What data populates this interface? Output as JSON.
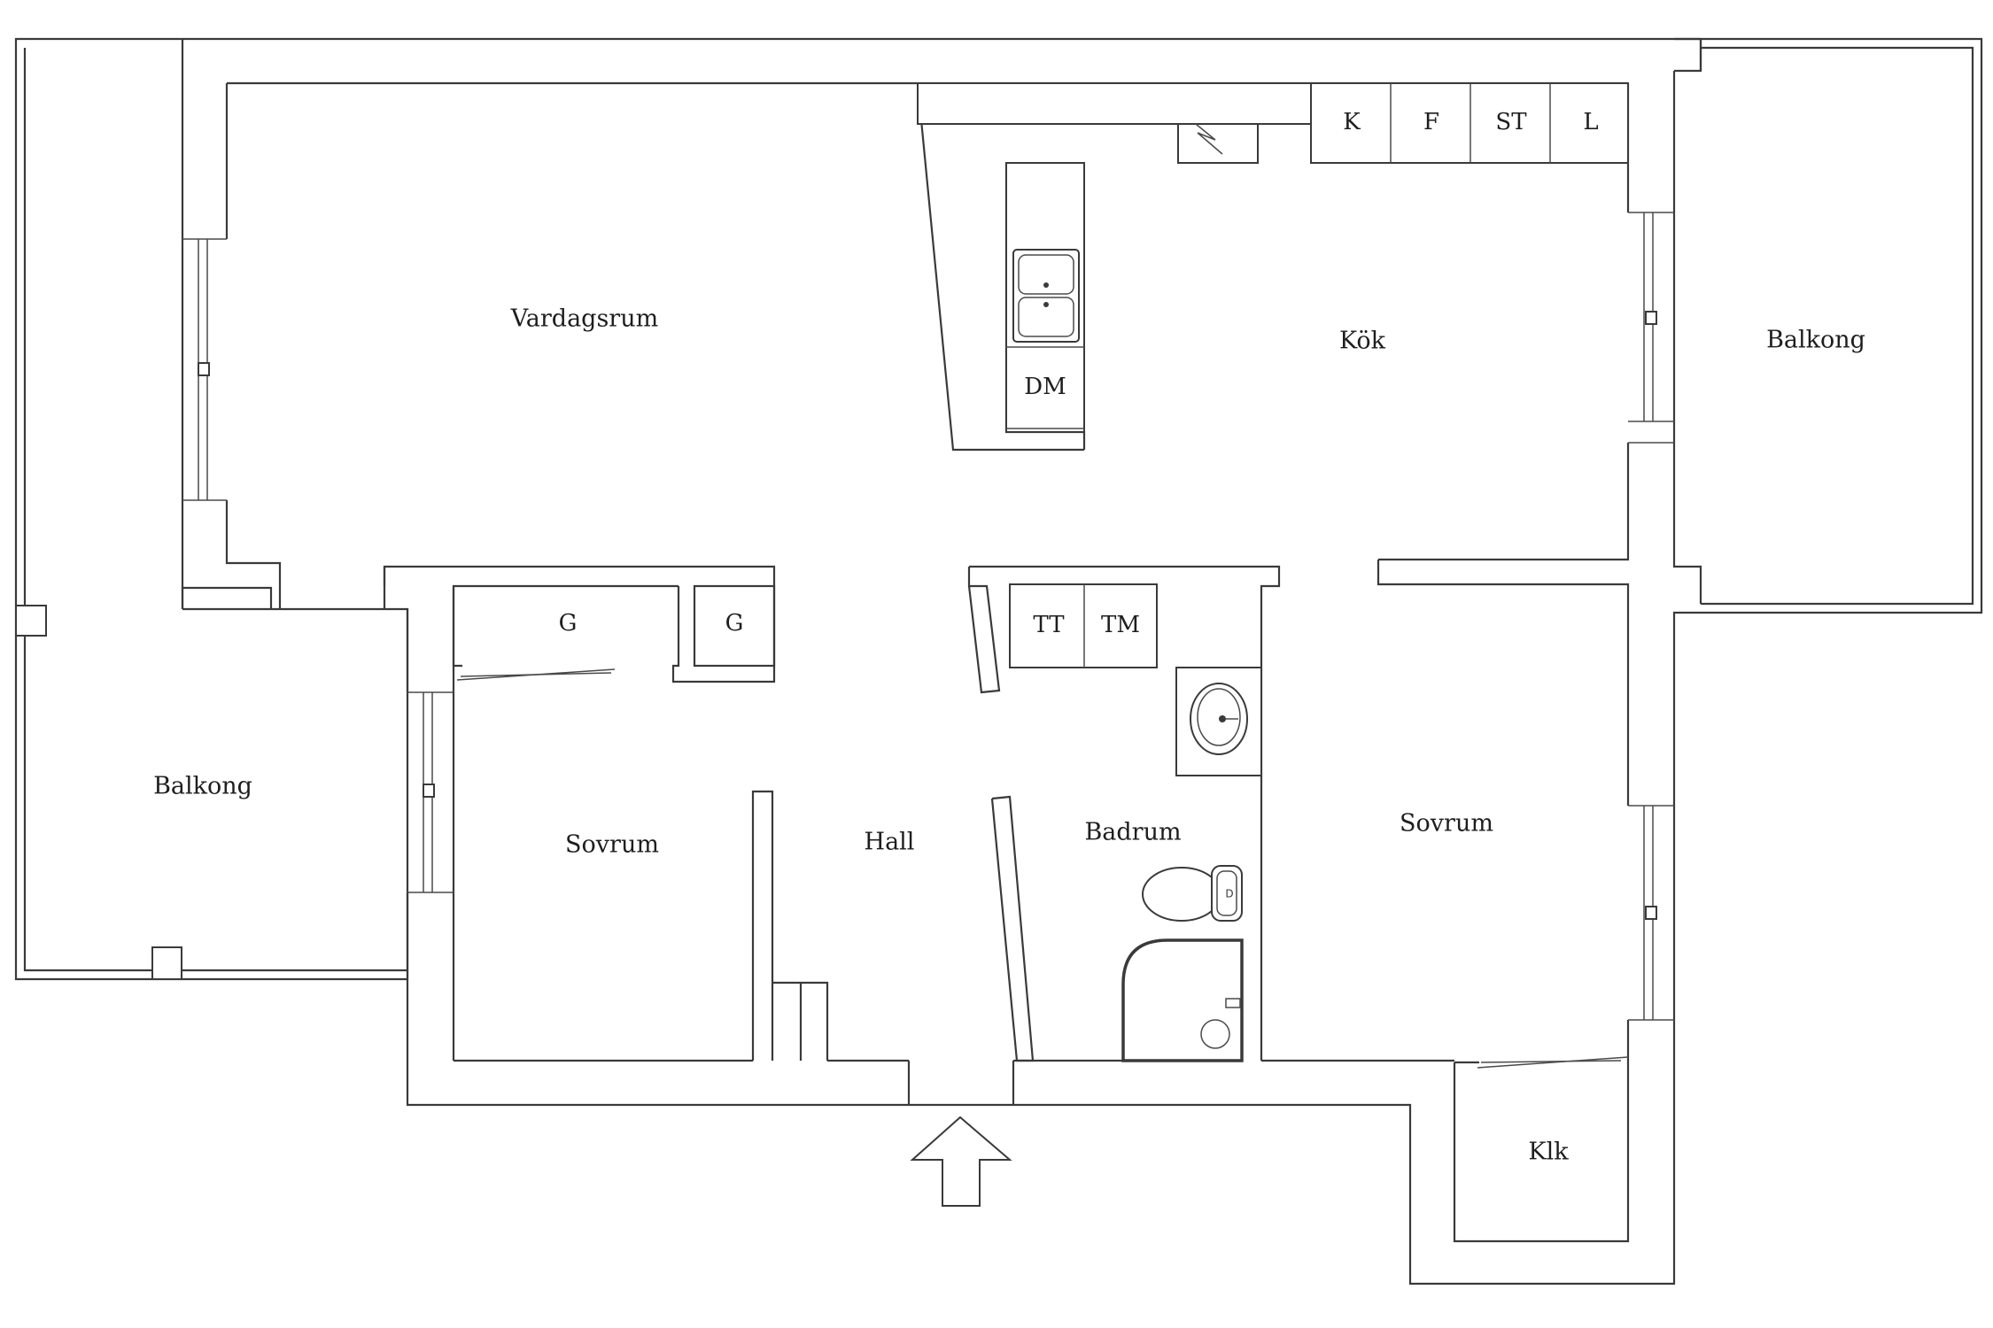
{
  "rooms": {
    "vardagsrum": "Vardagsrum",
    "kok": "Kök",
    "balkong_ost": "Balkong",
    "balkong_vast": "Balkong",
    "sovrum_vast": "Sovrum",
    "hall": "Hall",
    "badrum": "Badrum",
    "sovrum_ost": "Sovrum",
    "klk": "Klk"
  },
  "fixtures": {
    "kyl": "K",
    "frys": "F",
    "spis": "ST",
    "lador": "L",
    "diskmaskin": "DM",
    "garderob_1": "G",
    "garderob_2": "G",
    "tvattmaskin_tt": "TT",
    "tvattmaskin_tm": "TM"
  },
  "colors": {
    "walls": "#3a3a3a",
    "background": "#ffffff"
  },
  "icons": {
    "entrance": "entrance-arrow-icon",
    "sink": "kitchen-sink-icon",
    "washbasin": "washbasin-icon",
    "toilet": "toilet-icon",
    "shower": "shower-icon"
  }
}
